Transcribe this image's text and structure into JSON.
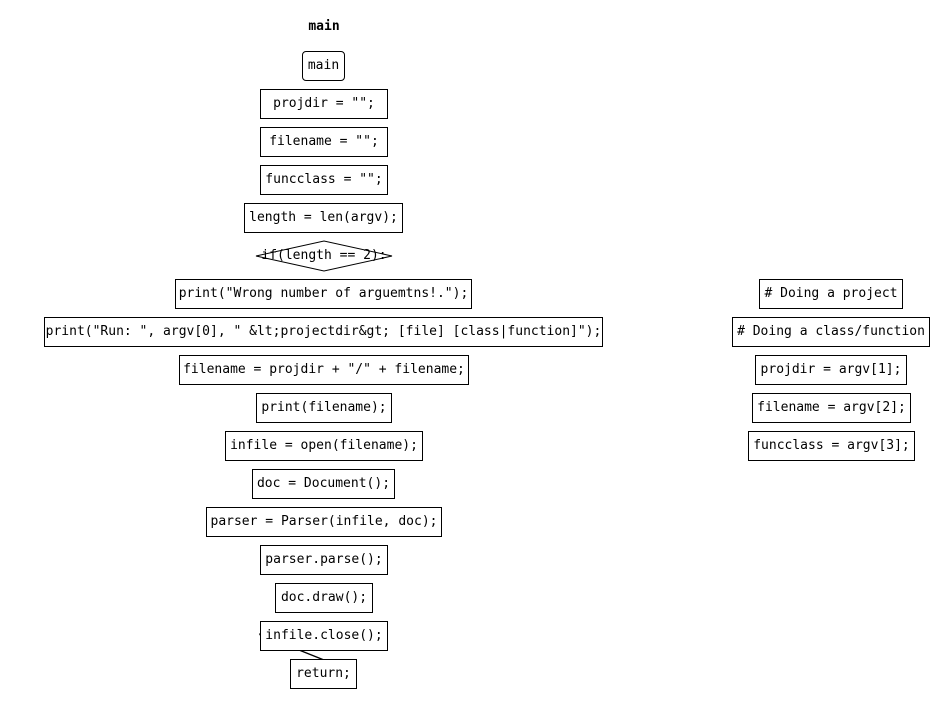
{
  "diagram": {
    "title": "main",
    "start_node": "main",
    "condition": "if(length == 2):",
    "main_flow": [
      "projdir = \"\";",
      "filename = \"\";",
      "funcclass = \"\";",
      "length = len(argv);",
      "print(\"Wrong number of arguemtns!.\");",
      "print(\"Run: \", argv[0], \" &lt;projectdir&gt; [file] [class|function]\");",
      "filename = projdir + \"/\" + filename;",
      "print(filename);",
      "infile = open(filename);",
      "doc = Document();",
      "parser = Parser(infile, doc);",
      "parser.parse();",
      "doc.draw();",
      "infile.close();",
      "return;"
    ],
    "side_flow": [
      "# Doing a project",
      "# Doing a class/function",
      "projdir = argv[1];",
      "filename = argv[2];",
      "funcclass = argv[3];"
    ]
  }
}
